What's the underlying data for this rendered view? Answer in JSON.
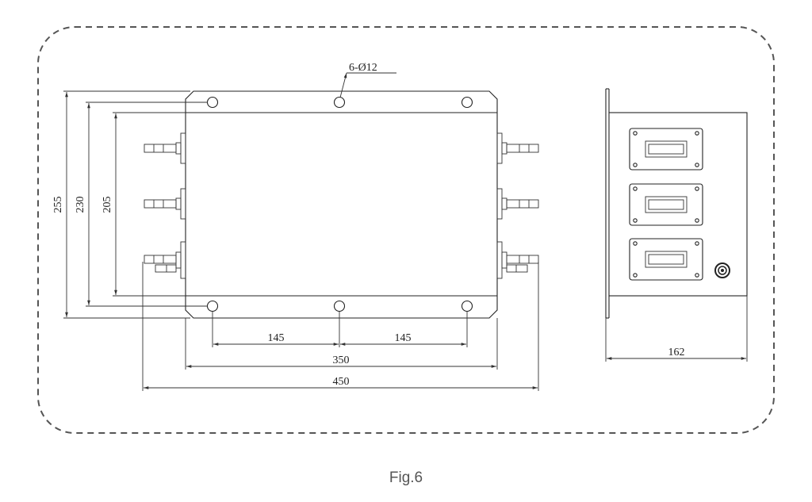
{
  "figure": {
    "caption": "Fig.6",
    "hole_spec": "6-Ø12"
  },
  "dimensions": {
    "overall_height": "255",
    "bolt_span_height": "230",
    "body_height": "205",
    "bolt_pitch_left": "145",
    "bolt_pitch_right": "145",
    "body_width": "350",
    "overall_width": "450",
    "side_depth": "162"
  },
  "colors": {
    "line": "#222222",
    "border_dash": "#555555",
    "caption": "#555555"
  }
}
